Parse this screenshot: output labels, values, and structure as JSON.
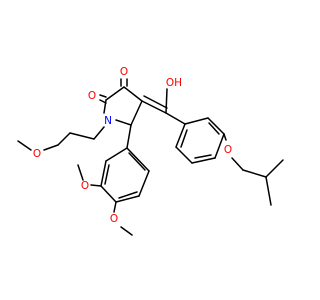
{
  "colors": {
    "bond": "#000000",
    "oxygen": "#ff0000",
    "nitrogen": "#0000ff",
    "background": "#ffffff"
  },
  "atoms": {
    "o_ketone": "O",
    "o_lactam": "O",
    "n_ring": "N",
    "o_hydroxyl": "OH",
    "o_methoxypropyl": "O",
    "o_isobutoxy": "O",
    "o_methoxy_3": "O",
    "o_methoxy_4": "O"
  }
}
